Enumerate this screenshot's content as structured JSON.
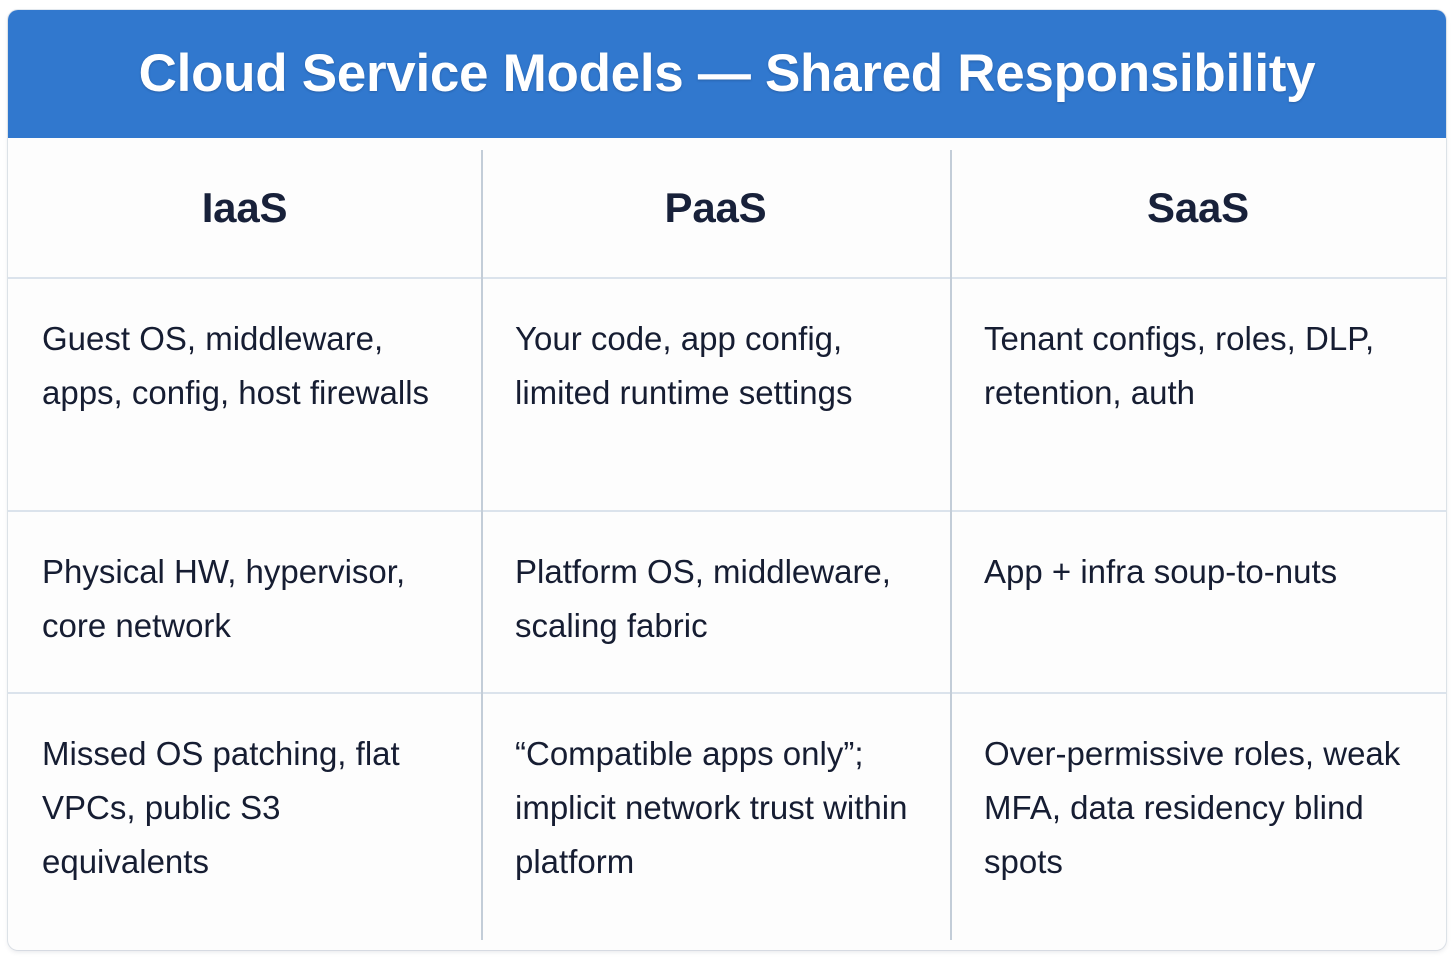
{
  "title": "Cloud Service Models — Shared Responsibility",
  "colors": {
    "header_background": "#3178ce",
    "header_text": "#ffffff",
    "body_text": "#161d32",
    "rule": "#dbe3ec",
    "divider": "#c3cdd8",
    "card_background": "#fdfdfd"
  },
  "table": {
    "columns": [
      {
        "label": "IaaS"
      },
      {
        "label": "PaaS"
      },
      {
        "label": "SaaS"
      }
    ],
    "rows": [
      {
        "cells": [
          "Guest OS, middleware, apps, config, host firewalls",
          "Your code, app config, limited runtime settings",
          "Tenant configs, roles, DLP, retention, auth"
        ]
      },
      {
        "cells": [
          "Physical HW, hypervisor, core network",
          "Platform OS, middleware,  scaling fabric",
          "App + infra soup-to-nuts"
        ]
      },
      {
        "cells": [
          "Missed OS patching, flat VPCs, public S3 equivalents",
          "“Compatible apps only”; implicit network trust within platform",
          "Over-permissive roles, weak MFA, data residency blind  spots"
        ]
      }
    ]
  }
}
